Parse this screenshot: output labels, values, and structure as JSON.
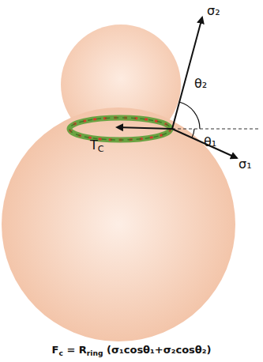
{
  "diagram": {
    "caption": "Fc = Rring (σ₁cosθ₁+σ₂cosθ₂)",
    "labels": [
      "σ₂",
      "θ₂",
      "θ₁",
      "σ₁",
      "TC"
    ]
  }
}
